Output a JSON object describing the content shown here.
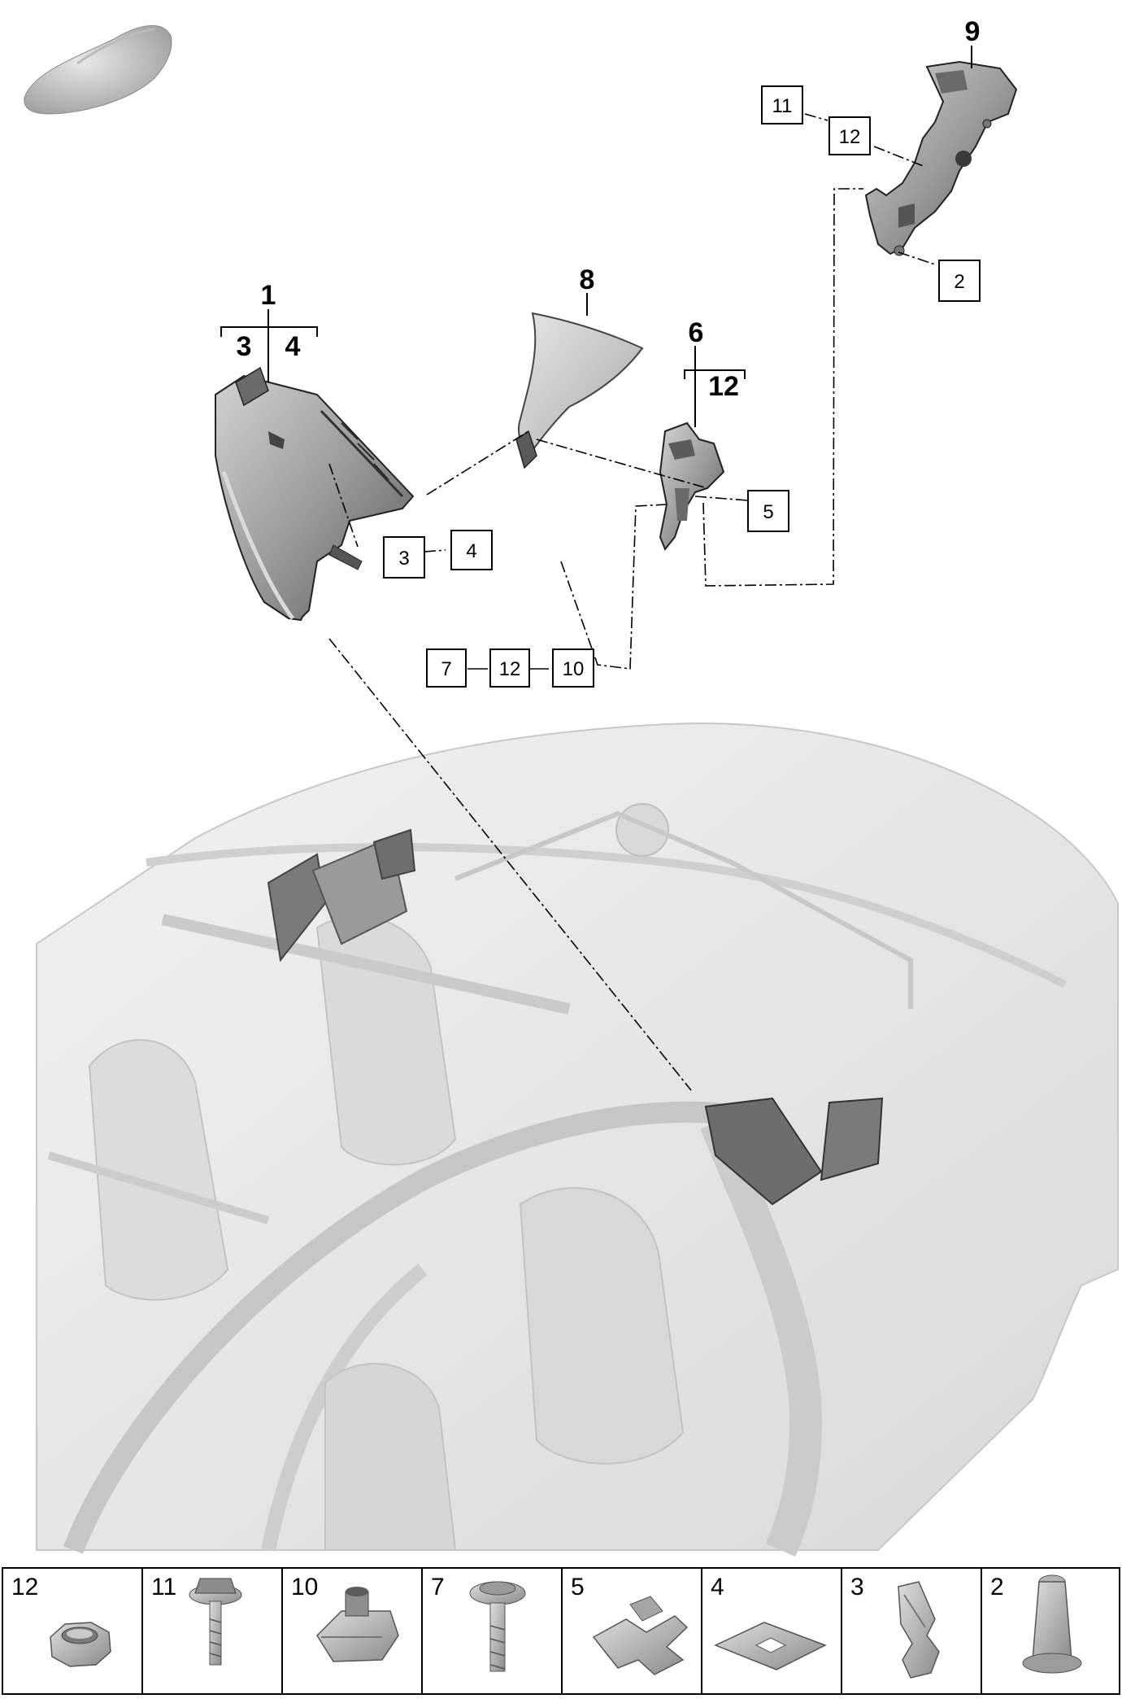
{
  "callouts": {
    "part1": "1",
    "part1_sub_a": "3",
    "part1_sub_b": "4",
    "part8": "8",
    "part6": "6",
    "part6_sub": "12",
    "part9": "9"
  },
  "boxes": {
    "b11": "11",
    "b12_top": "12",
    "b2": "2",
    "b5": "5",
    "b3": "3",
    "b4": "4",
    "b7": "7",
    "b12_bottom": "12",
    "b10": "10"
  },
  "legend": [
    {
      "num": "12",
      "icon": "hex-nut-icon"
    },
    {
      "num": "11",
      "icon": "flange-screw-icon"
    },
    {
      "num": "10",
      "icon": "clip-nut-icon"
    },
    {
      "num": "7",
      "icon": "bolt-icon"
    },
    {
      "num": "5",
      "icon": "spring-clip-icon"
    },
    {
      "num": "4",
      "icon": "pad-icon"
    },
    {
      "num": "3",
      "icon": "retaining-clip-icon"
    },
    {
      "num": "2",
      "icon": "cap-nut-icon"
    }
  ],
  "colors": {
    "line": "#000000",
    "part_fill": "#9a9a9a",
    "part_dark": "#4a4a4a",
    "body_shell": "#e6e6e6",
    "legend_part": "#b5b5b5"
  }
}
